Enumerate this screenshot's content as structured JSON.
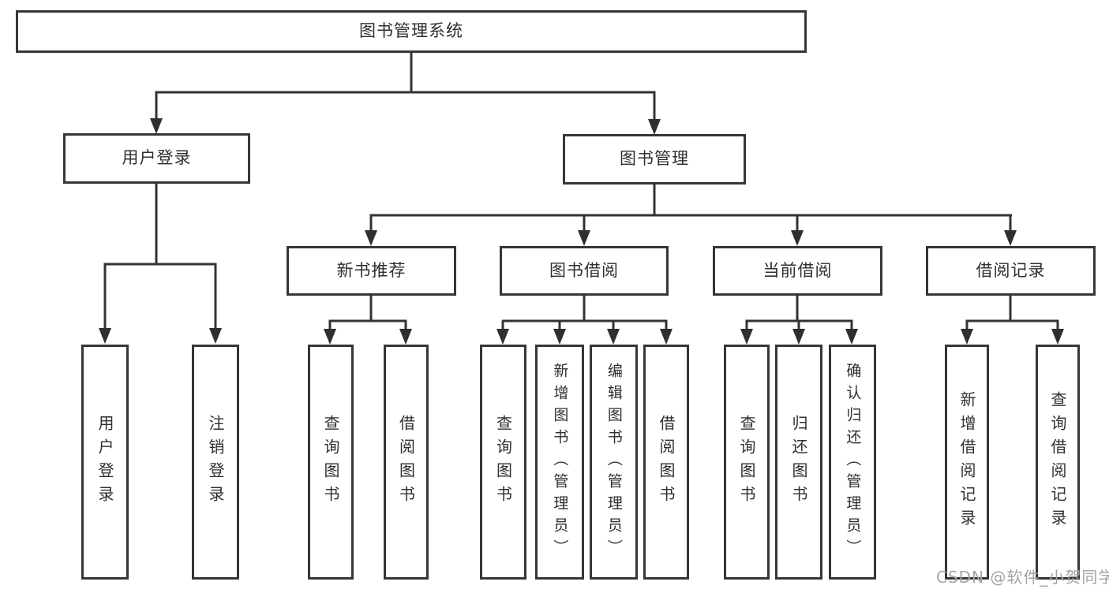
{
  "colors": {
    "background": "#ffffff",
    "line": "#333333",
    "box_border": "#363636",
    "text": "#2f2f2f",
    "watermark": "#a4a4a8"
  },
  "diagram": {
    "root": {
      "label": "图书管理系统"
    },
    "children": [
      {
        "label": "用户登录",
        "children": [
          {
            "label": "用户登录"
          },
          {
            "label": "注销登录"
          }
        ]
      },
      {
        "label": "图书管理",
        "children": [
          {
            "label": "新书推荐",
            "children": [
              {
                "label": "查询图书"
              },
              {
                "label": "借阅图书"
              }
            ]
          },
          {
            "label": "图书借阅",
            "children": [
              {
                "label": "查询图书"
              },
              {
                "label": "新增图书（管理员）"
              },
              {
                "label": "编辑图书（管理员）"
              },
              {
                "label": "借阅图书"
              }
            ]
          },
          {
            "label": "当前借阅",
            "children": [
              {
                "label": "查询图书"
              },
              {
                "label": "归还图书"
              },
              {
                "label": "确认归还（管理员）"
              }
            ]
          },
          {
            "label": "借阅记录",
            "children": [
              {
                "label": "新增借阅记录"
              },
              {
                "label": "查询借阅记录"
              }
            ]
          }
        ]
      }
    ],
    "watermark": "CSDN @软件_小贺同学"
  }
}
